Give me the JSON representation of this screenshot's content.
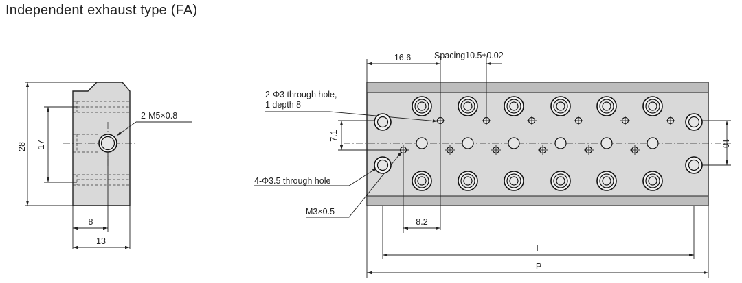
{
  "title": "Independent exhaust type (FA)",
  "side_view": {
    "dims": {
      "height": "28",
      "inner": "17",
      "thread": "2-M5×0.8",
      "bottom_short": "8",
      "bottom_long": "13"
    }
  },
  "front_view": {
    "dims": {
      "pitch_offset": "16.6",
      "spacing": "Spacing10.5±0.02",
      "thru_hole_3_line1": "2-Φ3 through hole,",
      "thru_hole_3_line2": "1 depth 8",
      "vertical_offset": "7.1",
      "right_height": "10",
      "thru_hole_35": "4-Φ3.5 through hole",
      "m3": "M3×0.5",
      "bottom_small": "8.2",
      "L": "L",
      "P": "P"
    }
  }
}
